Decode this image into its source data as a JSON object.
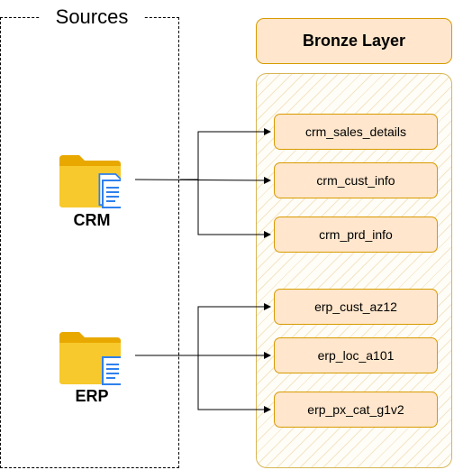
{
  "sources": {
    "title": "Sources",
    "systems": [
      {
        "label": "CRM",
        "icon": "folder-document-icon"
      },
      {
        "label": "ERP",
        "icon": "folder-document-icon"
      }
    ]
  },
  "bronze_layer": {
    "title": "Bronze Layer",
    "tables": [
      "crm_sales_details",
      "crm_cust_info",
      "crm_prd_info",
      "erp_cust_az12",
      "erp_loc_a101",
      "erp_px_cat_g1v2"
    ]
  },
  "colors": {
    "box_fill": "#ffe6cc",
    "box_border": "#d79b00",
    "container_border": "#d6b656",
    "folder_yellow": "#f5c518",
    "document_blue": "#2f80ed"
  }
}
